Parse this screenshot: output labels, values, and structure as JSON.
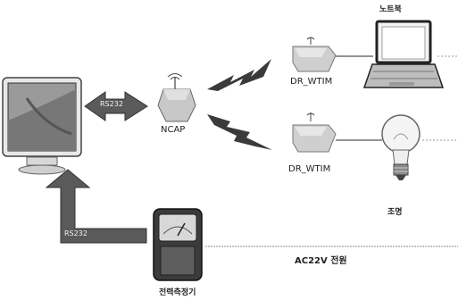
{
  "labels": {
    "notebook": "노트북",
    "dr_wtim_top": "DR_WTIM",
    "ncap": "NCAP",
    "dr_wtim_bottom": "DR_WTIM",
    "lamp": "조명",
    "ac_power": "AC22V 전원",
    "power_meter": "전력측정기",
    "rs232_link_ncap": "RS232",
    "rs232_link_meter": "RS232"
  }
}
